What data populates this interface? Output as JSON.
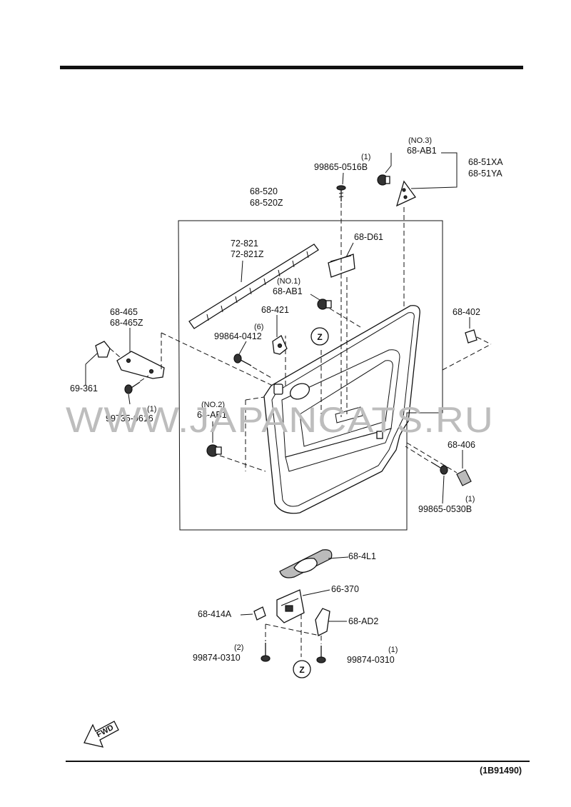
{
  "labels": {
    "p_99865_0516b": "99865-0516B",
    "p_99865_0516b_qty": "(1)",
    "p_68_ab1_no3_note": "(NO.3)",
    "p_68_ab1_no3": "68-AB1",
    "p_68_51xa": "68-51XA",
    "p_68_51ya": "68-51YA",
    "p_68_520": "68-520",
    "p_68_520z": "68-520Z",
    "p_72_821": "72-821",
    "p_72_821z": "72-821Z",
    "p_68_d61": "68-D61",
    "p_68_ab1_no1_note": "(NO.1)",
    "p_68_ab1_no1": "68-AB1",
    "p_68_421": "68-421",
    "p_99864_0412_qty": "(6)",
    "p_99864_0412": "99864-0412",
    "p_68_465": "68-465",
    "p_68_465z": "68-465Z",
    "p_69_361": "69-361",
    "p_99735_0616": "99735-0616",
    "p_99735_0616_qty": "(1)",
    "p_68_ab1_no2_note": "(NO.2)",
    "p_68_ab1_no2": "68-AB1",
    "p_68_402": "68-402",
    "p_68_406": "68-406",
    "p_99865_0530b": "99865-0530B",
    "p_99865_0530b_qty": "(1)",
    "p_68_4l1": "68-4L1",
    "p_66_370": "66-370",
    "p_68_414a": "68-414A",
    "p_68_ad2": "68-AD2",
    "p_99874_0310_left_qty": "(2)",
    "p_99874_0310_left": "99874-0310",
    "p_99874_0310_right_qty": "(1)",
    "p_99874_0310_right": "99874-0310",
    "ref_z_upper": "Z",
    "ref_z_lower": "Z",
    "fwd": "FWD",
    "diagram_code": "(1B91490)",
    "watermark": "WWW.JAPANCATS.RU"
  },
  "colors": {
    "line": "#111111",
    "watermark": "#bdbdbd",
    "background": "#ffffff"
  }
}
